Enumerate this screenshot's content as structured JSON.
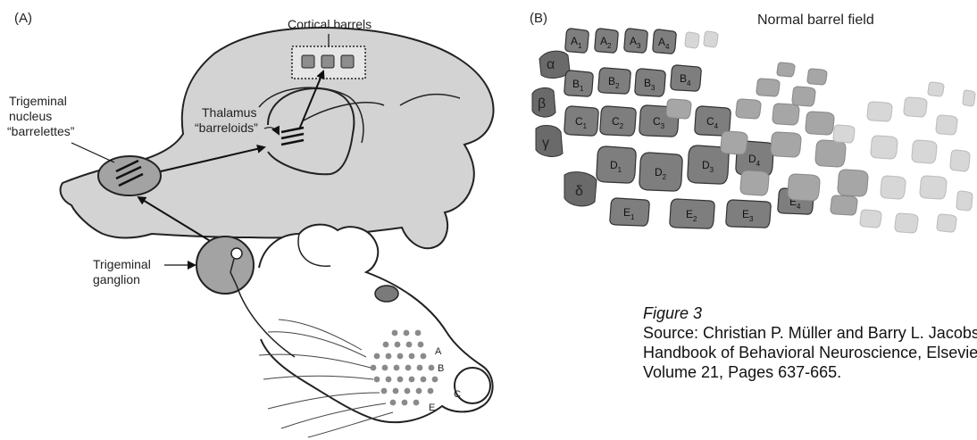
{
  "panel_a": {
    "tag": "(A)",
    "cortical_barrels": "Cortical barrels",
    "trigeminal_nucleus": [
      "Trigeminal",
      "nucleus",
      "“barrelettes”"
    ],
    "thalamus": [
      "Thalamus",
      "“barreloids”"
    ],
    "trigeminal_ganglion": [
      "Trigeminal",
      "ganglion"
    ],
    "whisker_rows": [
      "A",
      "B",
      "C",
      "E"
    ]
  },
  "panel_b": {
    "tag": "(B)",
    "title": "Normal barrel field",
    "straddlers": [
      "α",
      "β",
      "γ",
      "δ"
    ],
    "barrels": [
      {
        "row": "A",
        "sub": "1"
      },
      {
        "row": "A",
        "sub": "2"
      },
      {
        "row": "A",
        "sub": "3"
      },
      {
        "row": "A",
        "sub": "4"
      },
      {
        "row": "B",
        "sub": "1"
      },
      {
        "row": "B",
        "sub": "2"
      },
      {
        "row": "B",
        "sub": "3"
      },
      {
        "row": "B",
        "sub": "4"
      },
      {
        "row": "C",
        "sub": "1"
      },
      {
        "row": "C",
        "sub": "2"
      },
      {
        "row": "C",
        "sub": "3"
      },
      {
        "row": "C",
        "sub": "4"
      },
      {
        "row": "D",
        "sub": "1"
      },
      {
        "row": "D",
        "sub": "2"
      },
      {
        "row": "D",
        "sub": "3"
      },
      {
        "row": "D",
        "sub": "4"
      },
      {
        "row": "E",
        "sub": "1"
      },
      {
        "row": "E",
        "sub": "2"
      },
      {
        "row": "E",
        "sub": "3"
      },
      {
        "row": "E",
        "sub": "4"
      }
    ]
  },
  "caption": {
    "title": "Figure 3",
    "line1": "Source: Christian P. Müller and Barry L. Jacobs,",
    "line2": "Handbook of Behavioral Neuroscience, Elsevier,",
    "line3": "Volume 21, Pages 637-665."
  },
  "colors": {
    "brain": "#d3d3d3",
    "ganglion": "#a3a3a3",
    "barrel_dark": "#7e7e7e",
    "barrel_mid": "#a6a6a6",
    "barrel_light": "#d7d7d7",
    "straddler": "#6a6a6a",
    "whisker_pad": "#8a8a8a"
  }
}
